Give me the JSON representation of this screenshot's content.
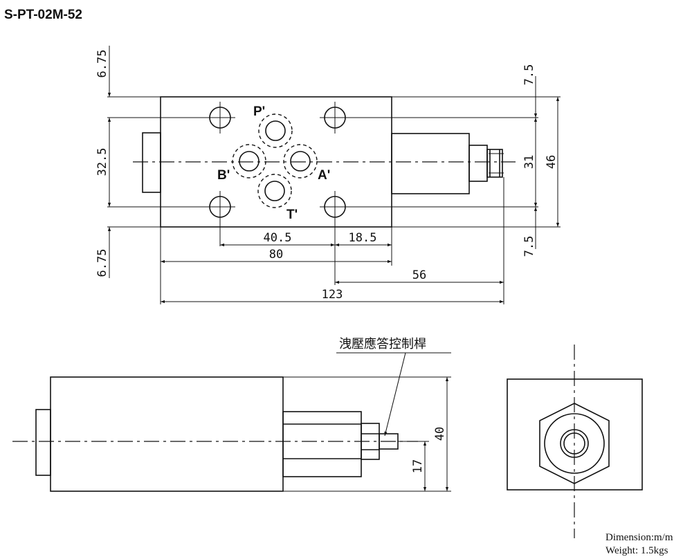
{
  "title": "S-PT-02M-52",
  "top_view": {
    "ports": {
      "p": "P'",
      "a": "A'",
      "b": "B'",
      "t": "T'"
    },
    "dims": {
      "top_left_offset": "6.75",
      "left_height": "32.5",
      "bottom_left_offset": "6.75",
      "hole_spacing": "40.5",
      "hole_to_edge": "18.5",
      "body_length": "80",
      "hole_to_end": "56",
      "overall_length": "123",
      "top_right_offset": "7.5",
      "right_height": "31",
      "overall_height": "46",
      "bottom_right_offset": "7.5"
    }
  },
  "side_view": {
    "label": "洩壓應答控制桿",
    "dims": {
      "height": "40",
      "axis_height": "17"
    }
  },
  "notes": {
    "dimension": "Dimension:m/m",
    "weight": "Weight: 1.5kgs"
  }
}
